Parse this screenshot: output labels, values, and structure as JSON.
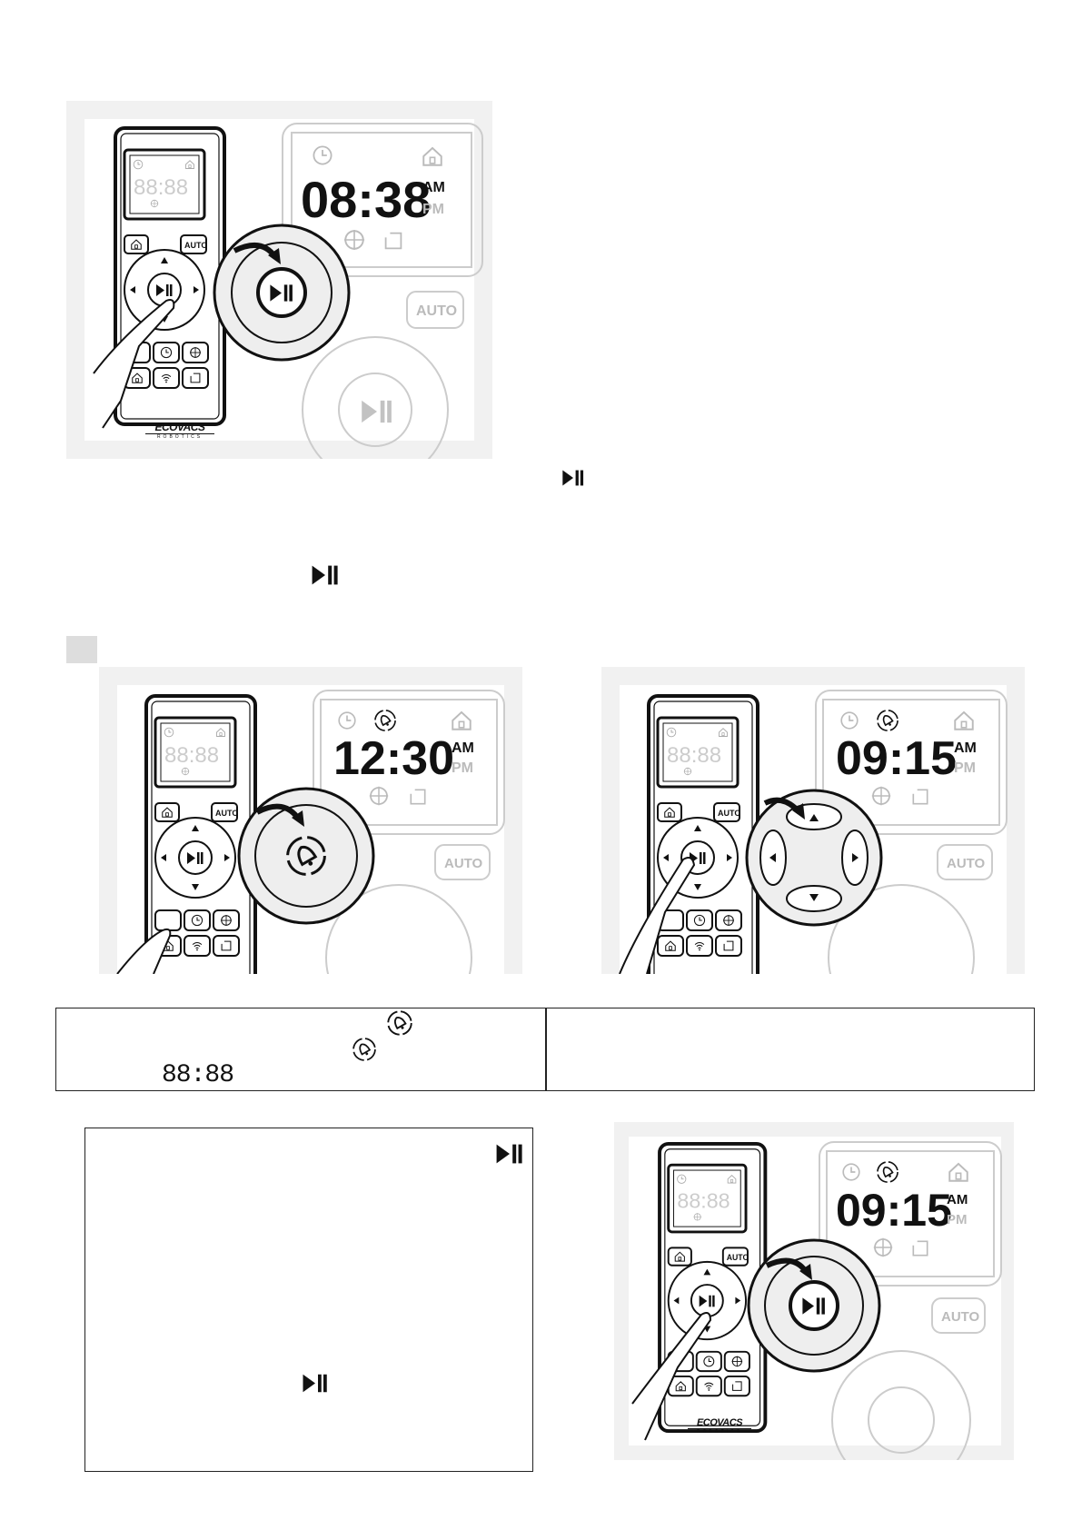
{
  "brand": {
    "logo": "ECOVACS",
    "tagline": "ROBOTICS"
  },
  "remote_buttons": {
    "auto": "AUTO"
  },
  "display_labels": {
    "am": "AM",
    "pm": "PM",
    "auto": "AUTO"
  },
  "illustrations": [
    {
      "id": "set-clock-confirm",
      "display_time": "08:38",
      "highlighted_button": "play-pause"
    },
    {
      "id": "schedule-press",
      "display_time": "12:30",
      "highlighted_button": "schedule"
    },
    {
      "id": "schedule-adjust",
      "display_time": "09:15",
      "highlighted_button": "direction-pad"
    },
    {
      "id": "schedule-confirm",
      "display_time": "09:15",
      "highlighted_button": "play-pause"
    }
  ],
  "remote_screen_time": "88:88",
  "table_segment_display": "88:88",
  "inline_icons": [
    "play-pause-icon",
    "play-pause-icon",
    "schedule-icon",
    "schedule-icon",
    "play-pause-icon",
    "play-pause-icon"
  ],
  "colors": {
    "panel_gray": "#f1f1f1",
    "display_dim": "#c8c8c8",
    "ink": "#111111"
  }
}
